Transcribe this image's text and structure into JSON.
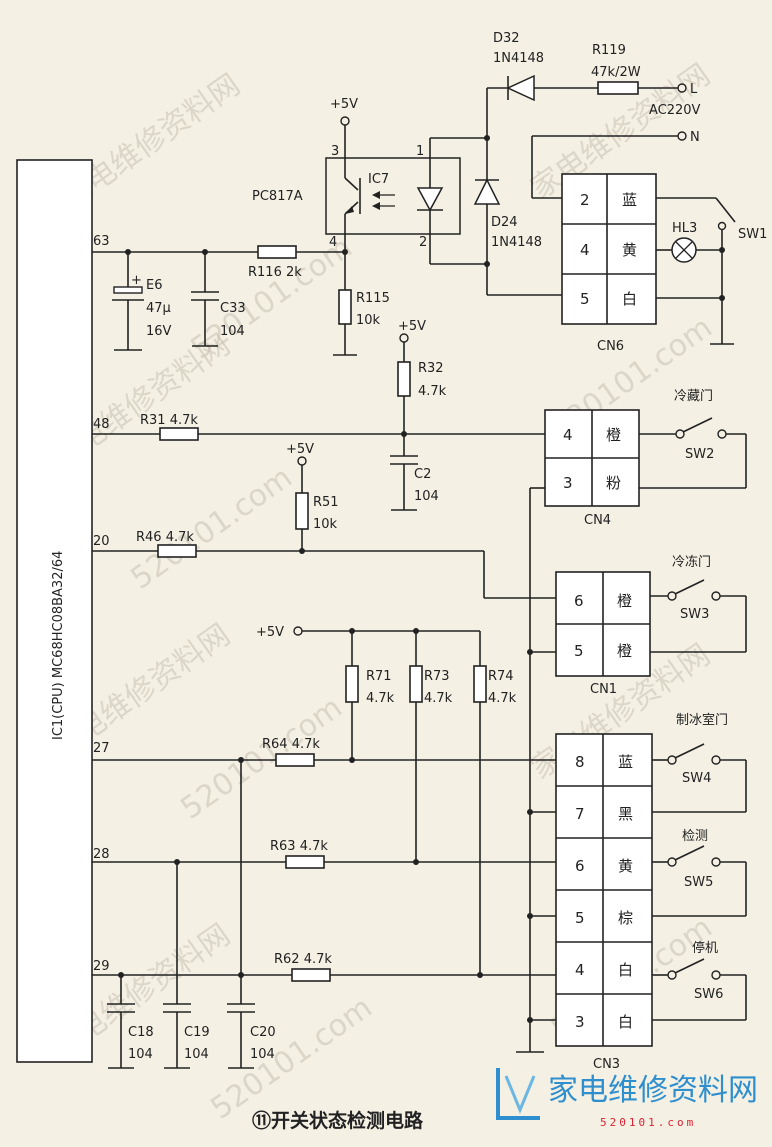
{
  "title": "⑪开关状态检测电路",
  "ic1": {
    "label": "IC1(CPU) MC68HC08BA32/64",
    "pins": {
      "p63": "63",
      "p48": "48",
      "p20": "20",
      "p27": "27",
      "p28": "28",
      "p29": "29"
    }
  },
  "supply": {
    "s1": "+5V",
    "s2": "+5V",
    "s3": "+5V",
    "s4": "+5V"
  },
  "ic7": {
    "name": "IC7",
    "part": "PC817A",
    "pin1": "1",
    "pin2": "2",
    "pin3": "3",
    "pin4": "4"
  },
  "d32": {
    "name": "D32",
    "part": "1N4148"
  },
  "d24": {
    "name": "D24",
    "part": "1N4148"
  },
  "r119": {
    "name": "R119",
    "value": "47k/2W"
  },
  "mains": {
    "l": "L",
    "ac": "AC220V",
    "n": "N"
  },
  "r116": {
    "label": "R116 2k"
  },
  "r115": {
    "name": "R115",
    "value": "10k"
  },
  "e6": {
    "name": "E6",
    "value": "47μ",
    "volt": "16V"
  },
  "c33": {
    "name": "C33",
    "value": "104"
  },
  "hl3": "HL3",
  "sw1": "SW1",
  "cn6": {
    "name": "CN6",
    "rows": [
      {
        "pin": "2",
        "color": "蓝"
      },
      {
        "pin": "4",
        "color": "黄"
      },
      {
        "pin": "5",
        "color": "白"
      }
    ]
  },
  "r32": {
    "name": "R32",
    "value": "4.7k"
  },
  "r31": {
    "label": "R31 4.7k"
  },
  "c2": {
    "name": "C2",
    "value": "104"
  },
  "cn4": {
    "name": "CN4",
    "rows": [
      {
        "pin": "4",
        "color": "橙"
      },
      {
        "pin": "3",
        "color": "粉"
      }
    ]
  },
  "sw2": {
    "name": "SW2",
    "label": "冷藏门"
  },
  "r51": {
    "name": "R51",
    "value": "10k"
  },
  "r46": {
    "label": "R46 4.7k"
  },
  "cn1": {
    "name": "CN1",
    "rows": [
      {
        "pin": "6",
        "color": "橙"
      },
      {
        "pin": "5",
        "color": "橙"
      }
    ]
  },
  "sw3": {
    "name": "SW3",
    "label": "冷冻门"
  },
  "r71": {
    "name": "R71",
    "value": "4.7k"
  },
  "r73": {
    "name": "R73",
    "value": "4.7k"
  },
  "r74": {
    "name": "R74",
    "value": "4.7k"
  },
  "r64": {
    "label": "R64 4.7k"
  },
  "r63": {
    "label": "R63 4.7k"
  },
  "r62": {
    "label": "R62 4.7k"
  },
  "c18": {
    "name": "C18",
    "value": "104"
  },
  "c19": {
    "name": "C19",
    "value": "104"
  },
  "c20": {
    "name": "C20",
    "value": "104"
  },
  "cn3": {
    "name": "CN3",
    "rows": [
      {
        "pin": "8",
        "color": "蓝"
      },
      {
        "pin": "7",
        "color": "黑"
      },
      {
        "pin": "6",
        "color": "黄"
      },
      {
        "pin": "5",
        "color": "棕"
      },
      {
        "pin": "4",
        "color": "白"
      },
      {
        "pin": "3",
        "color": "白"
      }
    ]
  },
  "sw4": {
    "name": "SW4",
    "label": "制冰室门"
  },
  "sw5": {
    "name": "SW5",
    "label": "检测"
  },
  "sw6": {
    "name": "SW6",
    "label": "停机"
  },
  "watermark": {
    "site": "家电维修资料网",
    "url": "520101.com"
  },
  "logo": {
    "text": "家电维修资料网",
    "url": "520101.com"
  }
}
